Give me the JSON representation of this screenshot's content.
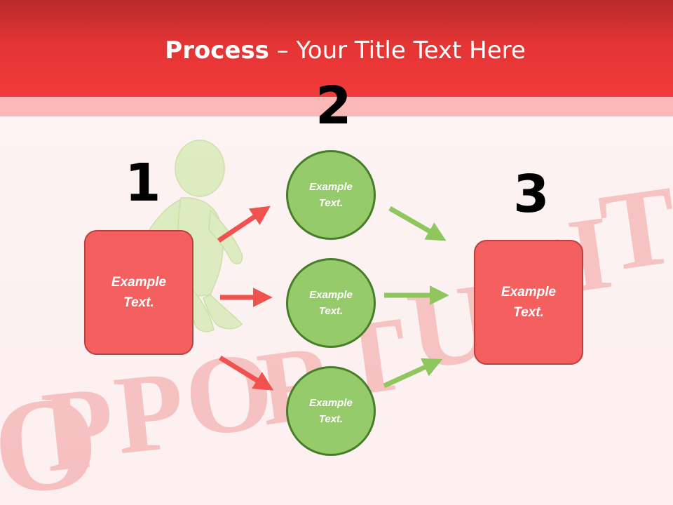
{
  "title": {
    "bold": "Process",
    "rest": " – Your Title Text Here"
  },
  "steps": [
    {
      "number": "1",
      "text": "Example\nText."
    },
    {
      "number": "2",
      "items": [
        "Example\nText.",
        "Example\nText.",
        "Example\nText."
      ]
    },
    {
      "number": "3",
      "text": "Example\nText."
    }
  ],
  "background_word": "OPPORTUNITY",
  "colors": {
    "header": "#e43434",
    "box_fill": "#f4605f",
    "box_border": "#b9403f",
    "circle_fill": "#96cb6c",
    "circle_border": "#467d28",
    "red_arrow": "#f0524f",
    "green_arrow": "#8fc65e"
  }
}
